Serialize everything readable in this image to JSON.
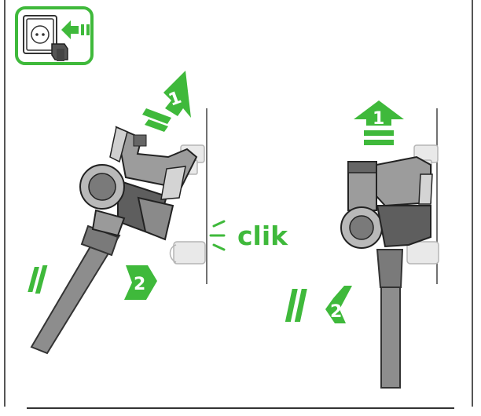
{
  "colors": {
    "accent_green": "#3fb93b",
    "dark_green": "#2e8f2b",
    "body_grey": "#8c8c8c",
    "dark_grey": "#4a4a4a",
    "outline": "#333333",
    "dock_light": "#e6e6e6",
    "white": "#ffffff"
  },
  "icons": {
    "plug_icon": "wall-socket-with-plug-icon"
  },
  "left_panel": {
    "step1_number": "1",
    "step2_number": "2",
    "click_text": "clik"
  },
  "right_panel": {
    "step1_number": "1",
    "step2_number": "2"
  }
}
